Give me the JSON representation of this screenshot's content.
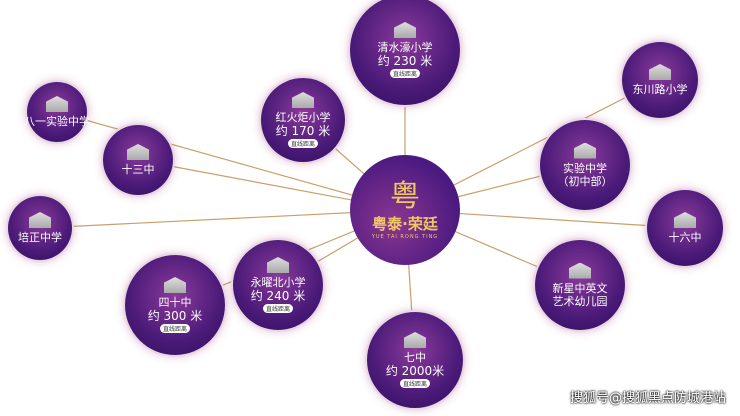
{
  "center": {
    "logo": "粤",
    "brand": "粤泰·荣廷",
    "sub": "YUE TAI RONG TING"
  },
  "schools": [
    {
      "name": "清水濠小学",
      "dist": "约 230 米",
      "note": "直线距离"
    },
    {
      "name": "八一实验中学"
    },
    {
      "name": "红火炬小学",
      "dist": "约 170 米",
      "note": "直线距离"
    },
    {
      "name": "十三中"
    },
    {
      "name": "东川路小学"
    },
    {
      "name": "实验中学\n（初中部）"
    },
    {
      "name": "培正中学"
    },
    {
      "name": "十六中"
    },
    {
      "name": "永曜北小学",
      "dist": "约 240 米",
      "note": "直线距离"
    },
    {
      "name": "四十中",
      "dist": "约 300 米",
      "note": "直线距离"
    },
    {
      "name": "新星中英文\n艺术幼儿园"
    },
    {
      "name": "七中",
      "dist": "约 2000米",
      "note": "直线距离"
    }
  ],
  "watermark": "搜狐号@搜狐黑点防城港站",
  "colors": {
    "line": "#c9a06a",
    "circle": "#4a1a78",
    "gold": "#f0c766"
  }
}
